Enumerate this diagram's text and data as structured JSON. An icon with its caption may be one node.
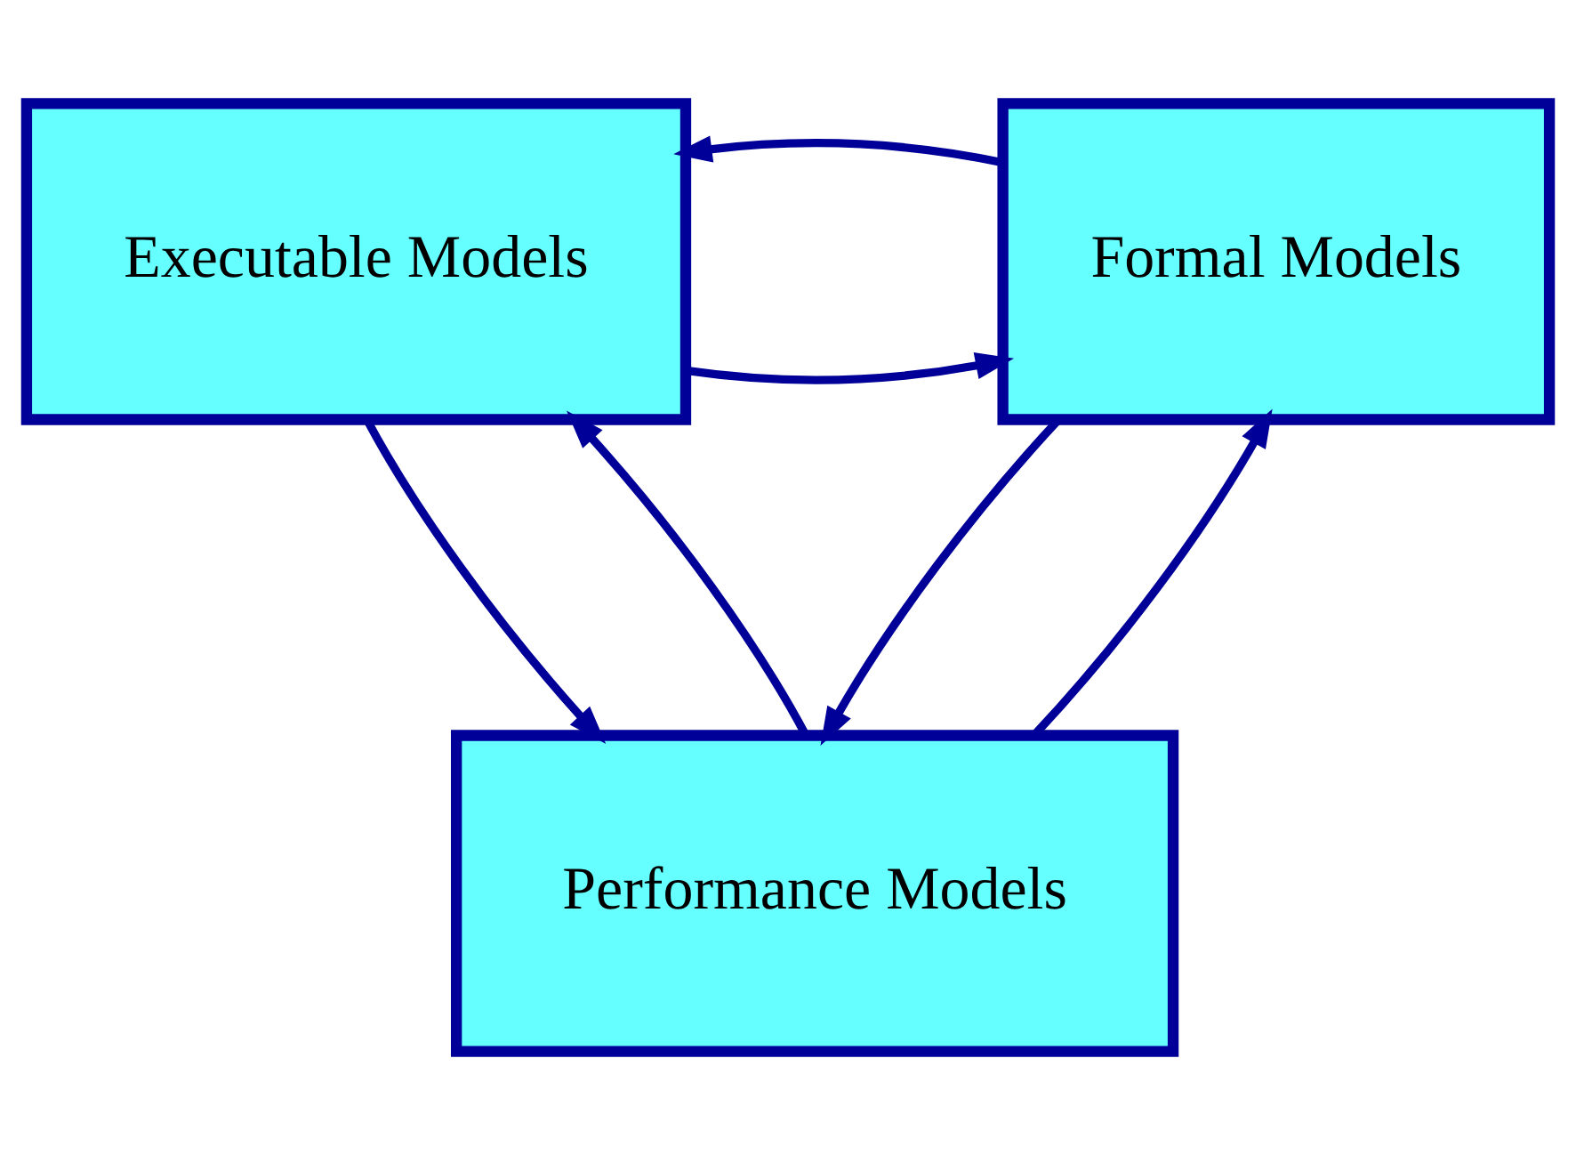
{
  "diagram": {
    "nodes": [
      {
        "text": [
          "Executable Models"
        ]
      },
      {
        "text": [
          "Formal Models"
        ]
      },
      {
        "text": [
          "Performance Models"
        ]
      }
    ],
    "edges": [
      {
        "from": 0,
        "to": 1,
        "arrow": "to"
      },
      {
        "from": 1,
        "to": 0,
        "arrow": "to"
      },
      {
        "from": 2,
        "to": 0,
        "arrow": "to"
      },
      {
        "from": 0,
        "to": 2,
        "arrow": "to"
      },
      {
        "from": 2,
        "to": 1,
        "arrow": "to"
      },
      {
        "from": 1,
        "to": 2,
        "arrow": "to"
      }
    ]
  }
}
